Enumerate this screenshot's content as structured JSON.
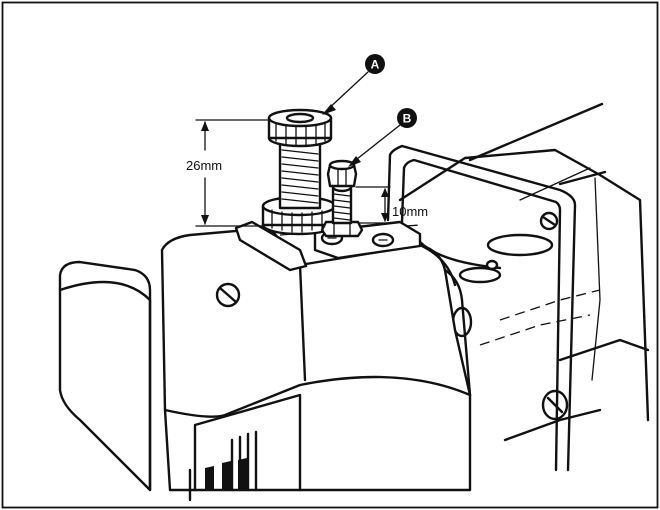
{
  "callouts": {
    "a": "A",
    "b": "B"
  },
  "dimensions": {
    "knob_height": "26mm",
    "bolt_height": "10mm"
  }
}
